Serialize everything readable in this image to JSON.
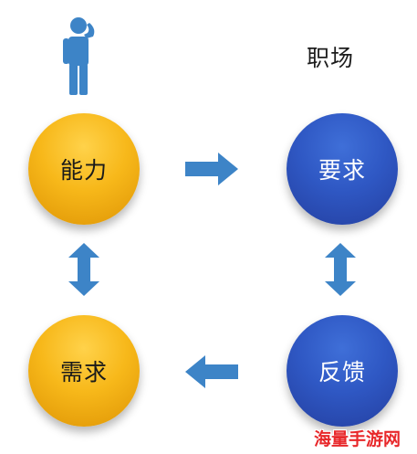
{
  "heading": "职场",
  "nodes": {
    "ability": "能力",
    "requirement": "要求",
    "demand": "需求",
    "feedback": "反馈"
  },
  "watermark": "海量手游网",
  "colors": {
    "gold": "#f7b81a",
    "blue": "#2f58c4",
    "arrow": "#3d84c7",
    "person": "#3d84c7"
  },
  "icons": {
    "person": "thinking-person-icon",
    "arrow_right": "arrow-right-icon",
    "arrow_left": "arrow-left-icon",
    "arrow_updown": "arrow-up-down-icon"
  }
}
